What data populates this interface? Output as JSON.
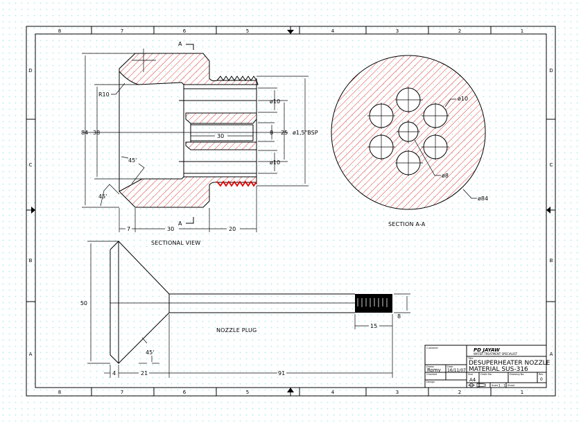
{
  "sheet": {
    "border_columns_top": [
      "8",
      "7",
      "6",
      "5",
      "4",
      "3",
      "2",
      "1"
    ],
    "border_columns_bottom": [
      "8",
      "7",
      "6",
      "5",
      "4",
      "3",
      "2",
      "1"
    ],
    "border_rows_left": [
      "D",
      "C",
      "B",
      "A"
    ],
    "border_rows_right": [
      "D",
      "C",
      "B",
      "A"
    ],
    "centering_marks": [
      "arrow-down-icon",
      "arrow-up-icon",
      "arrow-right-icon",
      "arrow-left-icon"
    ],
    "hatch_color": "#e00000"
  },
  "sectional_view": {
    "title": "SECTIONAL VIEW",
    "section_marker_top": "A",
    "section_marker_bottom": "A",
    "dims": {
      "radius": "R10",
      "outer_dia": "84",
      "inner_dia": "38",
      "chamfer_inner": "45'",
      "chamfer_outer": "45'",
      "len_chamfer": "7",
      "len_body": "30",
      "len_thread": "20",
      "bore_len": "30",
      "hole_dia_top": "ø10",
      "hole_dia_bottom": "ø10",
      "center_dia": "8",
      "pitch_dia": "25",
      "thread_spec": "ø1,5\"BSP"
    }
  },
  "section_aa": {
    "title": "SECTION A-A",
    "dims": {
      "hole_dia": "ø10",
      "center_hole": "ø8",
      "outer_dia": "ø84"
    }
  },
  "nozzle_plug": {
    "title": "NOZZLE PLUG",
    "dims": {
      "head_dia": "50",
      "head_thk": "4",
      "cone_len": "21",
      "chamfer": "45'",
      "shank_len": "91",
      "thread_len": "15",
      "thread_dia": "8"
    }
  },
  "title_block": {
    "company_logo_text": "PD JAYAW",
    "company_tagline": "WATER TREATMENT SPECIALIST",
    "customer_label": "Customer",
    "title_label": "Title",
    "title_line1": "DESUPERHEATER NOZZLE",
    "title_line2": "MATERIAL SUS-316",
    "drawn_label": "Drawn",
    "drawn_by": "Romy",
    "date_label": "Date",
    "date": "16/11/07",
    "checked_label": "Checked",
    "design_label": "Design",
    "size_label": "Size",
    "size": "A4",
    "order_label": "Order No.",
    "drawing_label": "Drawing No.",
    "rev_label": "Rev",
    "rev": "0",
    "projection_icon": "first-angle-projection-icon",
    "scale_label": "Scale",
    "scale": "1 : 1",
    "sheet_label": "Sheet"
  }
}
